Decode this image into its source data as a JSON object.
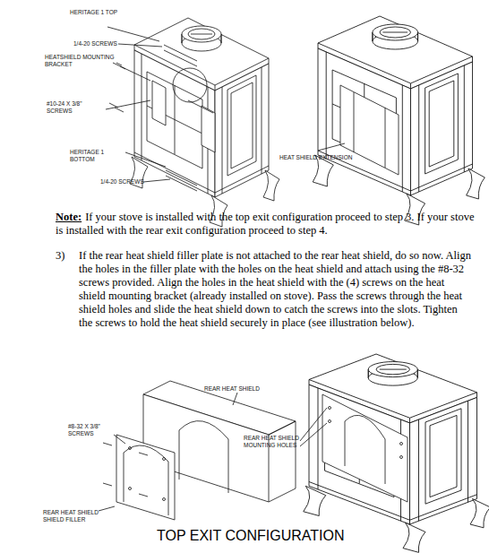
{
  "diagram": {
    "caption": "TOP EXIT CONFIGURATION",
    "labels": [
      "HERITAGE 1 TOP",
      "1/4-20 SCREWS",
      "HEATSHIELD MOUNTING BRACKET",
      "#10-24 X 3/8\" SCREWS",
      "HERITAGE 1 BOTTOM",
      "1/4-20 SCREWS",
      "HEAT SHIELD EXTENSION",
      "Note:",
      "If your stove is installed with the top exit configuration proceed to step 3. If your stove is installed with the rear exit configuration proceed to step 4.",
      "3)",
      "If the rear heat shield filler plate is not attached to the rear heat shield, do so now. Align the holes in the filler plate with the holes on the heat shield and attach using the #8-32 screws provided. Align the holes in the heat shield with the (4) screws on the heat shield mounting bracket (already installed on stove). Pass the screws through the heat shield holes and slide the heat shield down to catch the screws into the slots. Tighten the screws to hold the heat shield securely in place (see illustration below).",
      "REAR HEAT SHIELD",
      "#8-32 X 3/8\" SCREWS",
      "REAR HEAT SHIELD SHIELD FILLER",
      "REAR HEAT SHIELD MOUNTING HOLES"
    ]
  }
}
